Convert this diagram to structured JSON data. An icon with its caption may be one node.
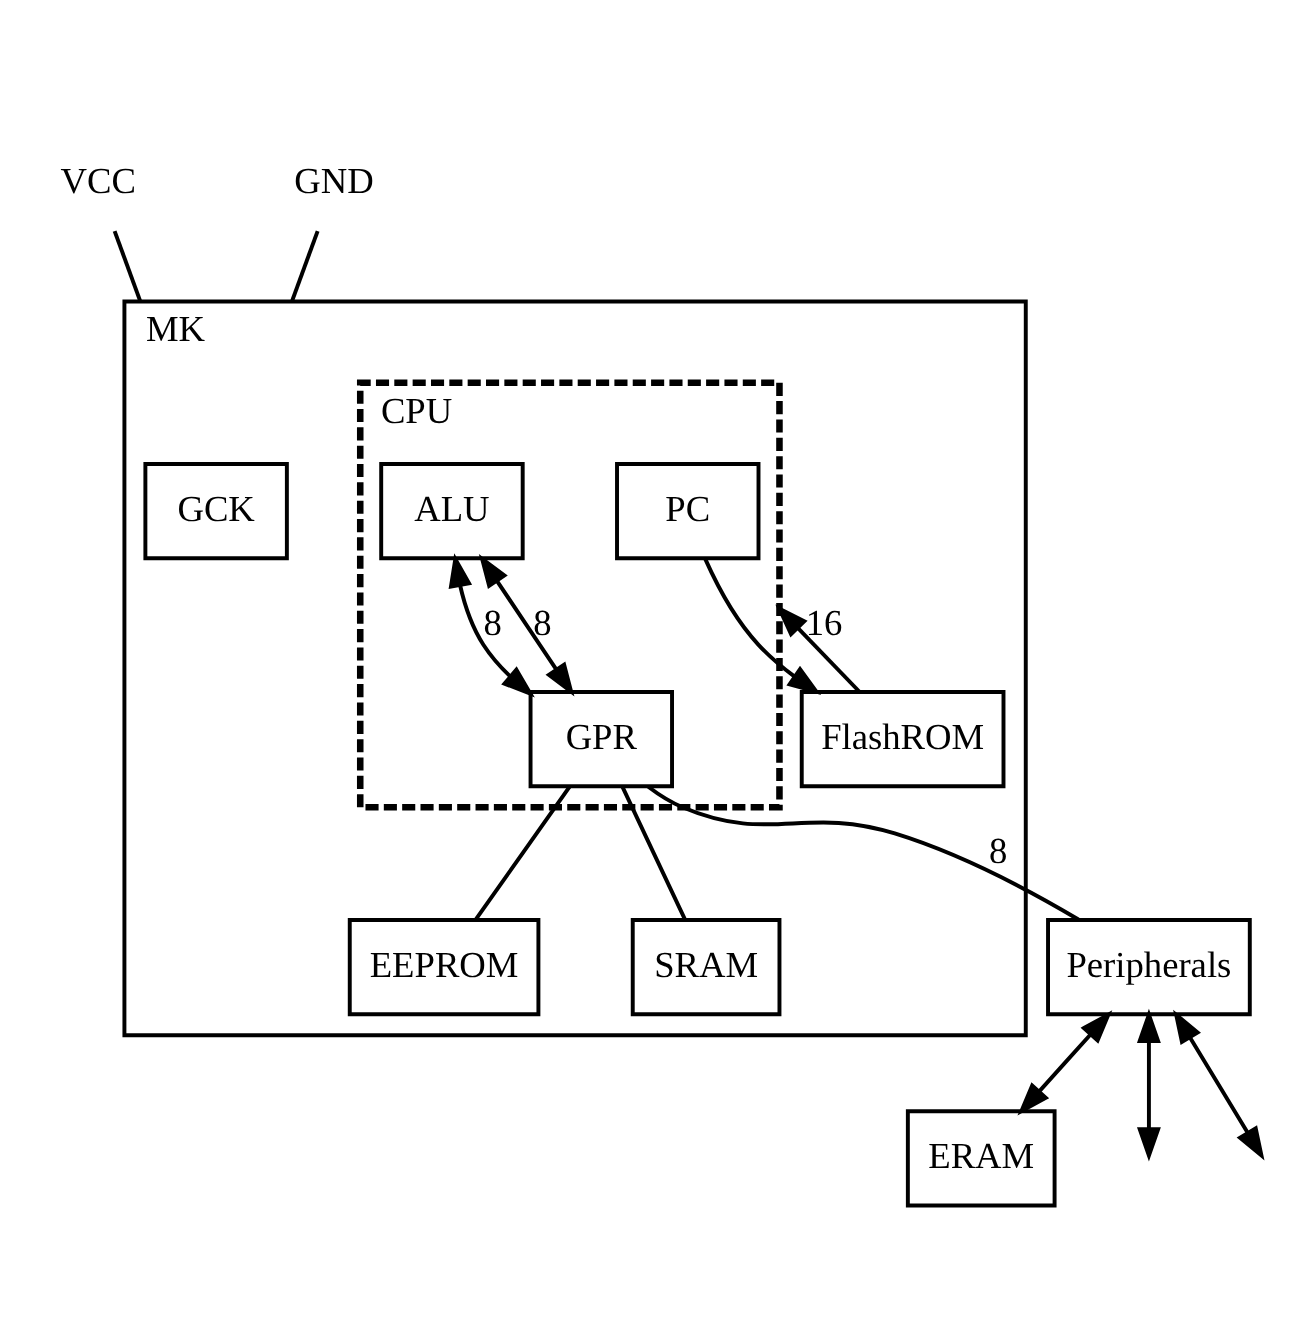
{
  "diagram": {
    "nodes": [
      {
        "text": [
          "MK"
        ]
      },
      {
        "text": [
          "GCK"
        ],
        "in": 0
      },
      {
        "text": [
          "CPU"
        ],
        "in": 0
      },
      {
        "text": [
          "PC"
        ],
        "in": 2
      },
      {
        "text": [
          "ALU"
        ],
        "in": 2
      },
      {
        "text": [
          "GPR"
        ],
        "in": 2
      },
      {
        "text": [
          "FlashROM"
        ],
        "in": 0
      },
      {
        "text": [
          "EEPROM"
        ],
        "in": 0
      },
      {
        "text": [
          "SRAM"
        ],
        "in": 0
      },
      {
        "text": [
          "Peripherals"
        ]
      },
      {
        "text": [
          "ERAM"
        ]
      },
      {
        "text": [
          "VCC"
        ]
      },
      {
        "text": [
          "GND"
        ]
      }
    ],
    "edges": [
      {
        "from": 3,
        "to": 6,
        "arrow": "to"
      },
      {
        "from": 4,
        "to": 5,
        "arrow": "both",
        "label": "8"
      },
      {
        "from": 4,
        "to": 5,
        "arrow": "both",
        "label": "8"
      },
      {
        "from": 6,
        "to": 2,
        "arrow": "to",
        "label": "16"
      },
      {
        "from": 5,
        "to": 7,
        "arrow": "none"
      },
      {
        "from": 5,
        "to": 8,
        "arrow": "none"
      },
      {
        "from": 5,
        "to": 9,
        "arrow": "none",
        "label": "8"
      },
      {
        "from": 9,
        "to": null,
        "arrow": "both"
      },
      {
        "from": 9,
        "to": 10,
        "arrow": "both"
      },
      {
        "from": 9,
        "to": null,
        "arrow": "both"
      },
      {
        "from": 11,
        "to": 0,
        "arrow": "none"
      },
      {
        "from": 12,
        "to": 0,
        "arrow": "none"
      }
    ]
  }
}
